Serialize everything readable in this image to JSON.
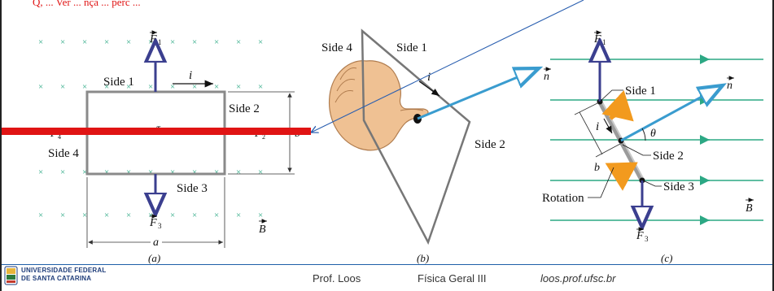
{
  "colors": {
    "field": "#2ca884",
    "loop": "#8a8a8a",
    "force": "#3b3f8f",
    "normal": "#3a9ccf",
    "torque_arrow": "#f29a1e",
    "red_line": "#e01414",
    "title_text": "#e01414",
    "hand": "#efc193",
    "footer_rule": "#1f5fa8",
    "pointer_line": "#2a5fb0"
  },
  "header_text": "Q, ... Ver ... nça ... perc ...",
  "panel_a": {
    "caption": "(a)",
    "labels": {
      "side1": "Side 1",
      "side2": "Side 2",
      "side3": "Side 3",
      "side4": "Side 4",
      "i": "i",
      "F1": "F",
      "F1_sub": "1",
      "F2": "F",
      "F2_sub": "2",
      "F3": "F",
      "F3_sub": "3",
      "F4": "F",
      "F4_sub": "4",
      "tau": "τ",
      "a": "a",
      "b": "b",
      "B": "B"
    }
  },
  "panel_b": {
    "caption": "(b)",
    "labels": {
      "side1": "Side 1",
      "side2": "Side 2",
      "side4": "Side 4",
      "i": "i",
      "n": "n"
    }
  },
  "panel_c": {
    "caption": "(c)",
    "labels": {
      "side1": "Side 1",
      "side2": "Side 2",
      "side3": "Side 3",
      "rotation": "Rotation",
      "i": "i",
      "theta": "θ",
      "b": "b",
      "n": "n",
      "B": "B",
      "F1": "F",
      "F1_sub": "1",
      "F3": "F",
      "F3_sub": "3"
    }
  },
  "footer": {
    "university_line1": "UNIVERSIDADE FEDERAL",
    "university_line2": "DE SANTA CATARINA",
    "author": "Prof. Loos",
    "course": "Física Geral III",
    "url": "loos.prof.ufsc.br"
  }
}
